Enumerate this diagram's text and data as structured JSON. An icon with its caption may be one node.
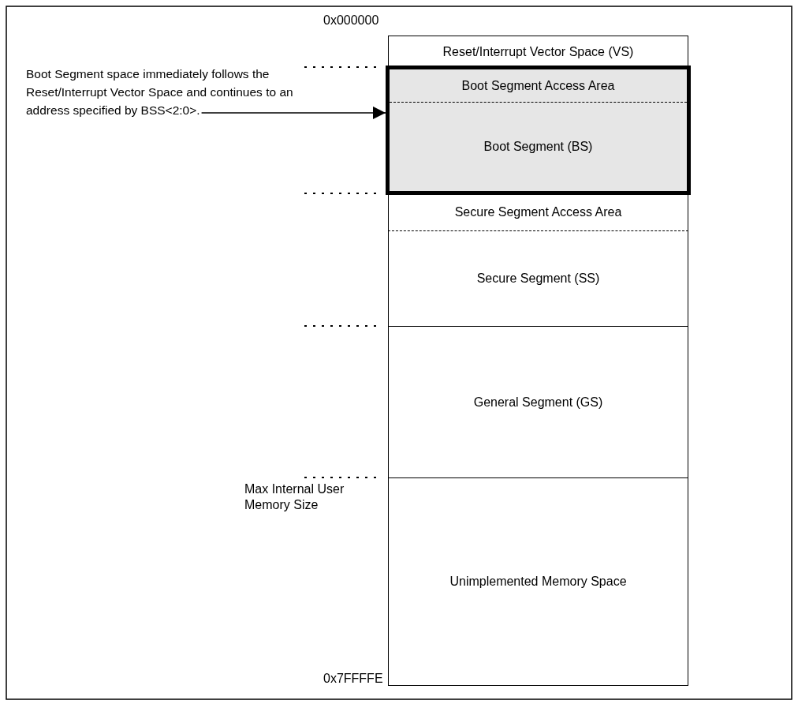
{
  "diagram": {
    "nodes": [
      {
        "text": [
          "Reset/Interrupt Vector Space (VS)"
        ]
      },
      {
        "text": [
          "Boot Segment space immediately follows the Reset/Interrupt Vector Space and continues to an address specified by BSS<2:0>."
        ]
      },
      {
        "text": [],
        "shape": "box"
      },
      {
        "text": [
          "Boot Segment Access Area"
        ],
        "in": 2
      },
      {
        "text": [
          "Boot Segment (BS)"
        ],
        "in": 2
      },
      {
        "text": [
          "Secure Segment Access Area"
        ]
      },
      {
        "text": [
          "Secure Segment (SS)"
        ]
      },
      {
        "text": [
          "General Segment (GS)"
        ]
      },
      {
        "text": [
          "Unimplemented Memory Space"
        ]
      }
    ],
    "edges": [
      {
        "from": 1,
        "to": 2,
        "arrow": "to"
      }
    ],
    "labels": [
      "0x000000",
      "Max Internal User Memory Size",
      "0x7FFFFE"
    ]
  }
}
